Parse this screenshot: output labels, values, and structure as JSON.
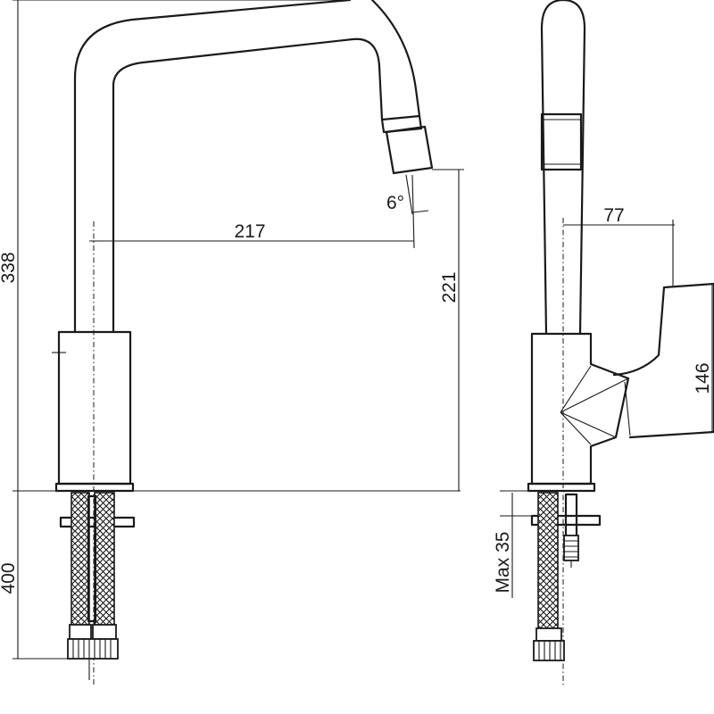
{
  "dimensions": {
    "total_height": "338",
    "hose_length": "400",
    "spout_reach": "217",
    "tilt_angle": "6°",
    "spout_height": "221",
    "handle_offset": "77",
    "handle_height": "146",
    "max_thickness": "Max 35"
  }
}
